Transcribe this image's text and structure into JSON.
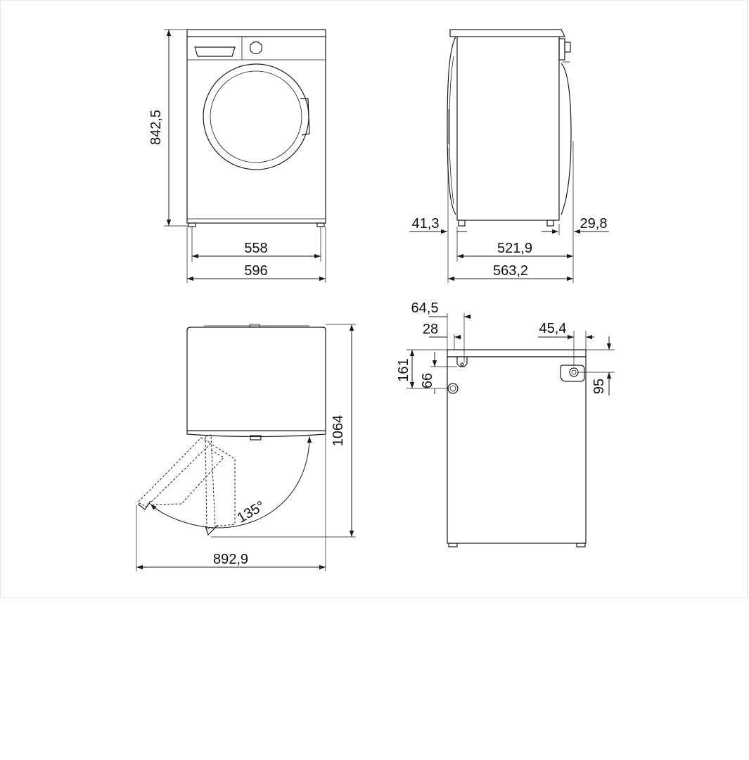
{
  "dimensions": {
    "front_height": "842,5",
    "front_inner_width": "558",
    "front_width": "596",
    "side_front_offset": "41,3",
    "side_rear_offset": "29,8",
    "side_body_depth": "521,9",
    "side_total_depth": "563,2",
    "top_depth_door_open": "1064",
    "top_width_door_open": "892,9",
    "door_angle": "135°",
    "rear_offset_a": "64,5",
    "rear_offset_b": "28",
    "rear_offset_c": "45,4",
    "rear_height_a": "161",
    "rear_height_b": "66",
    "rear_height_c": "95"
  },
  "colors": {
    "line": "#1a1a1a",
    "background": "#ffffff",
    "frame": "#e6e6e6"
  }
}
